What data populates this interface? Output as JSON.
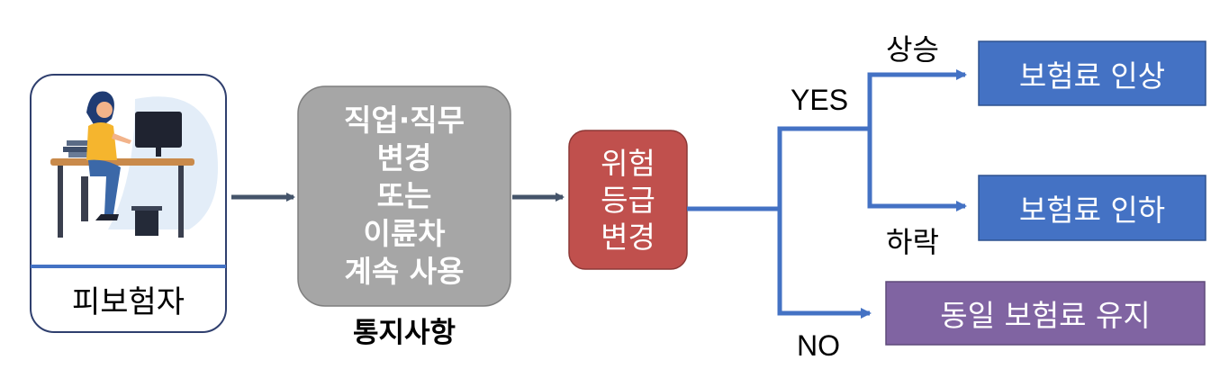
{
  "insured": {
    "label": "피보험자"
  },
  "notice": {
    "lines": [
      "직업·직무",
      "변경",
      "또는",
      "이륜차",
      "계속 사용"
    ],
    "caption": "통지사항"
  },
  "risk": {
    "lines": [
      "위험",
      "등급",
      "변경"
    ]
  },
  "branches": {
    "yes_label": "YES",
    "no_label": "NO",
    "up_label": "상승",
    "down_label": "하락"
  },
  "outcomes": {
    "increase": "보험료 인상",
    "decrease": "보험료 인하",
    "same": "동일 보험료 유지"
  },
  "colors": {
    "gray_box": "#a6a6a6",
    "risk_box": "#c0504d",
    "blue_box": "#4472c4",
    "purple_box": "#8064a2",
    "line_blue": "#4472c4",
    "arrow_dark": "#44546a"
  }
}
